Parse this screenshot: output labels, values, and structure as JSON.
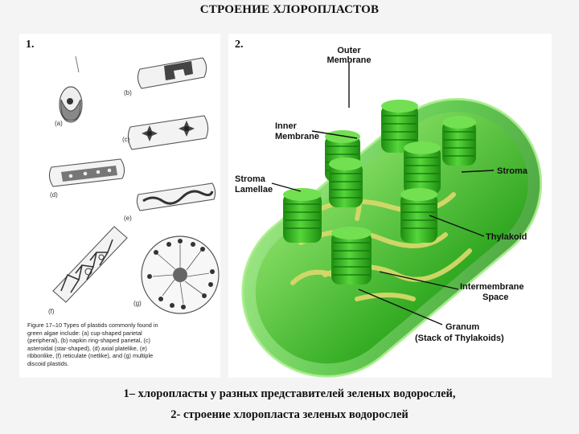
{
  "page": {
    "title": "СТРОЕНИЕ ХЛОРОПЛАСТОВ",
    "caption_line1": "1– хлоропласты у разных представителей зеленых водорослей,",
    "caption_line2": "2- строение хлоропласта зеленых водорослей"
  },
  "panel1": {
    "number": "1.",
    "subfigure_labels": [
      "(a)",
      "(b)",
      "(c)",
      "(d)",
      "(e)",
      "(f)",
      "(g)"
    ],
    "figure_caption_lines": [
      "Figure 17–10 Types of plastids commonly found in",
      "green algae include: (a) cup-shaped parietal",
      "(peripheral), (b) napkin ring-shaped parietal, (c)",
      "asteroidal (star-shaped), (d) axial platelike, (e)",
      "ribbonlike, (f) reticulate (netlike), and (g) multiple",
      "discoid plastids."
    ]
  },
  "panel2": {
    "number": "2.",
    "labels": {
      "outer": [
        "Outer",
        "Membrane"
      ],
      "inner": [
        "Inner",
        "Membrane"
      ],
      "stroma": [
        "Stroma"
      ],
      "lamellae": [
        "Stroma",
        "Lamellae"
      ],
      "thylakoid": [
        "Thylakoid"
      ],
      "intermembrane": [
        "Intermembrane",
        "Space"
      ],
      "granum": [
        "Granum",
        "(Stack of Thylakoids)"
      ]
    }
  },
  "colors": {
    "chloroplast_green": "#3fbf2a",
    "dark_green": "#1f8a12",
    "lamella_yellow": "#d6d86a"
  }
}
